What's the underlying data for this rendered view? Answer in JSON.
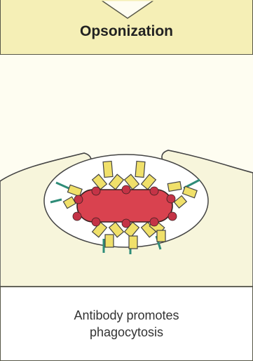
{
  "header": {
    "title": "Opsonization"
  },
  "caption": {
    "line1": "Antibody promotes",
    "line2": "phagocytosis"
  },
  "colors": {
    "header_bg": "#f5efb6",
    "cell": "#f7f5db",
    "bacterium": "#d9424f",
    "bacterium_outline": "#3a2020",
    "antigen": "#c43346",
    "antibody": "#f0e06a",
    "receptor": "#2e8c78",
    "border": "#585848"
  },
  "icons": {
    "bacterium": "rod-bacterium-icon",
    "antibody": "antibody-y-icon",
    "receptor": "fc-receptor-icon",
    "phagocyte": "phagocyte-cell-icon"
  }
}
